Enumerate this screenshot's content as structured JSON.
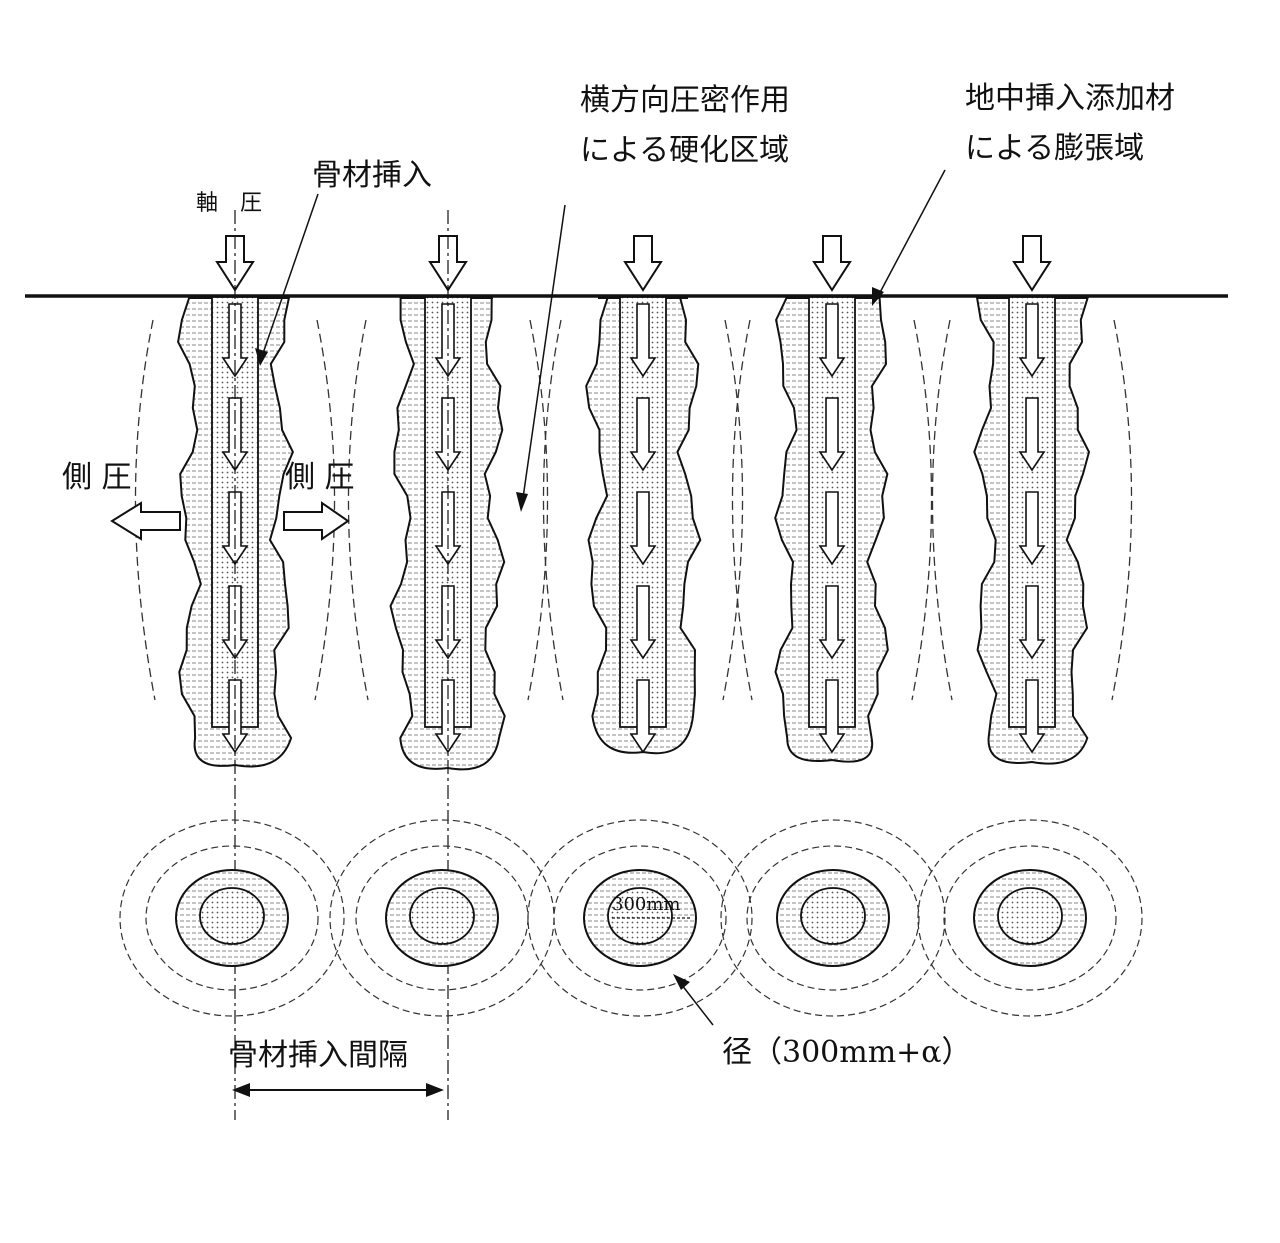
{
  "labels": {
    "axial_pressure": "軸　圧",
    "aggregate_insertion": "骨材挿入",
    "hardened_zone_line1": "横方向圧密作用",
    "hardened_zone_line2": "による硬化区域",
    "expansion_zone_line1": "地中挿入添加材",
    "expansion_zone_line2": "による膨張域",
    "lateral_pressure_left": "側 圧",
    "lateral_pressure_right": "側 圧",
    "core_diameter": "300mm",
    "diameter_note": "径（300mm+α）",
    "insertion_interval": "骨材挿入間隔"
  },
  "columns": [
    {
      "name": "column-1"
    },
    {
      "name": "column-2"
    },
    {
      "name": "column-3"
    },
    {
      "name": "column-4"
    },
    {
      "name": "column-5"
    }
  ],
  "colors": {
    "ink": "#111111",
    "hatch": "#8a8a8a",
    "dots": "#555555"
  }
}
